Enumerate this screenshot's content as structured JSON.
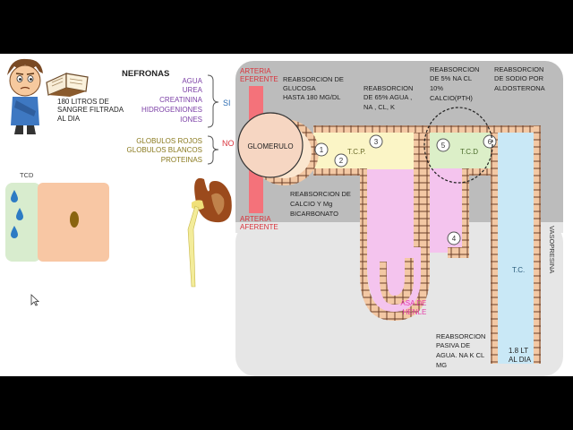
{
  "header": {
    "nefronas_title": "NEFRONAS"
  },
  "intro_text": [
    "180 LITROS DE",
    "SANGRE FILTRADA",
    "AL DIA"
  ],
  "filtered": {
    "answer": "SI",
    "items": [
      "AGUA",
      "UREA",
      "CREATININA",
      "HIDROGENIONES",
      "IONES"
    ]
  },
  "not_filtered": {
    "answer": "NO",
    "items": [
      "GLOBULOS ROJOS",
      "GLOBULOS BLANCOS",
      "PROTEINAS"
    ]
  },
  "cell": {
    "label": "TCD"
  },
  "labels": {
    "arteria_eferente": [
      "ARTERIA",
      "EFERENTE"
    ],
    "arteria_aferente": [
      "ARTERIA",
      "AFERENTE"
    ],
    "glomerulo": "GLOMERULO",
    "tcp": "T.C.P.",
    "tcd": "T.C.D",
    "tc": "T.C.",
    "asa_henle": [
      "ASA DE",
      "HENLE"
    ],
    "vasopresina": "VASOPRESINA",
    "volume": [
      "1.8 LT",
      "AL DIA"
    ]
  },
  "annotations": {
    "glucosa": [
      "REABSORCION DE",
      "GLUCOSA",
      "HASTA 180 MG/DL"
    ],
    "agua65": [
      "REABSORCION",
      "DE 65% AGUA ,",
      "NA , CL, K"
    ],
    "calcio_mg": [
      "REABSORCION DE",
      "CALCIO Y  Mg",
      "BICARBONATO"
    ],
    "na5": [
      "REABSORCION",
      "DE 5% NA CL",
      "10%",
      "CALCIO(PTH)"
    ],
    "aldosterona": [
      "REABSORCION",
      "DE SODIO POR",
      "ALDOSTERONA"
    ],
    "pasiva": [
      "REABSORCION",
      "PASIVA DE",
      "AGUA. NA K  CL",
      "MG"
    ]
  },
  "markers": [
    "1",
    "2",
    "3",
    "4",
    "5",
    "6"
  ],
  "colors": {
    "arteria": "#f4727a",
    "arteria_label": "#d9343d",
    "filtered_items": "#7b3fa6",
    "not_filtered_items": "#8a7a1e",
    "si": "#2f6fb3",
    "no": "#d9343d",
    "dark_panel": "#bcbcbc",
    "light_panel": "#e6e6e6",
    "tcp_fill": "#fbf5c6",
    "henle_fill": "#f4c4ee",
    "tc_fill": "#c9e8f6",
    "tcd_fill": "#dcefc8",
    "asa_label": "#e53ea9",
    "cell_wall": "#f3c8a4"
  }
}
